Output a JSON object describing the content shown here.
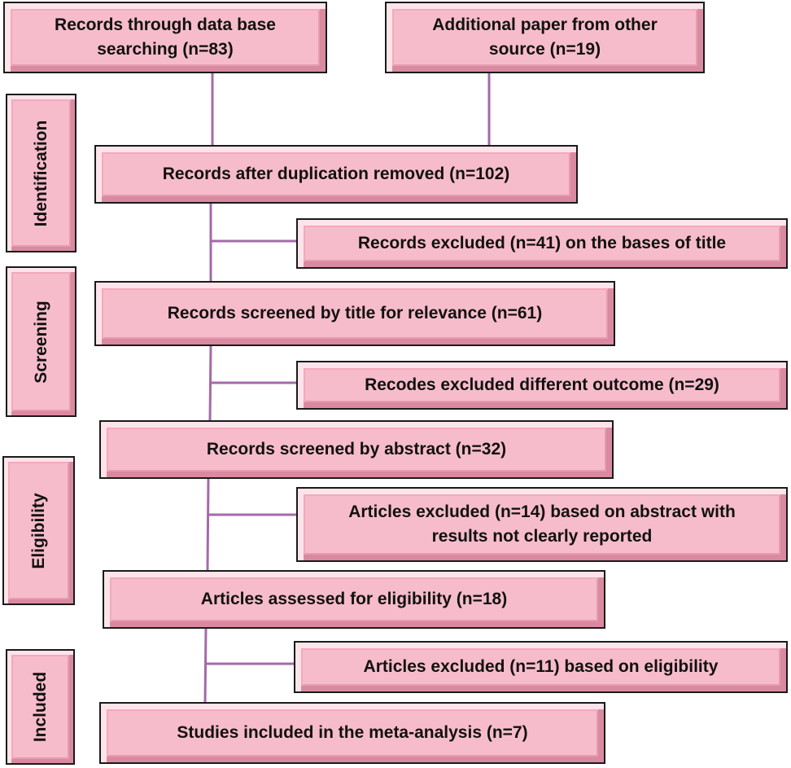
{
  "stages": {
    "identification": "Identification",
    "screening": "Screening",
    "eligibility": "Eligibility",
    "included": "Included"
  },
  "boxes": {
    "database_search": [
      "Records through data base",
      "searching (n=83)"
    ],
    "additional_sources": [
      "Additional paper from other",
      "source (n=19)"
    ],
    "after_duplicates": "Records after duplication removed (n=102)",
    "excluded_title": "Records excluded (n=41) on the bases of title",
    "screened_title": "Records screened by title for relevance (n=61)",
    "excluded_outcome": "Recodes excluded different outcome (n=29)",
    "screened_abstract": "Records screened by abstract (n=32)",
    "excluded_abstract": [
      "Articles excluded (n=14) based on abstract with",
      "results not clearly reported"
    ],
    "assessed_eligibility": "Articles assessed for eligibility (n=18)",
    "excluded_eligibility": "Articles excluded (n=11) based on eligibility",
    "included_studies": "Studies included in the meta-analysis (n=7)"
  },
  "colors": {
    "box_fill": "#f7bccb",
    "connector": "#a46aa8"
  }
}
